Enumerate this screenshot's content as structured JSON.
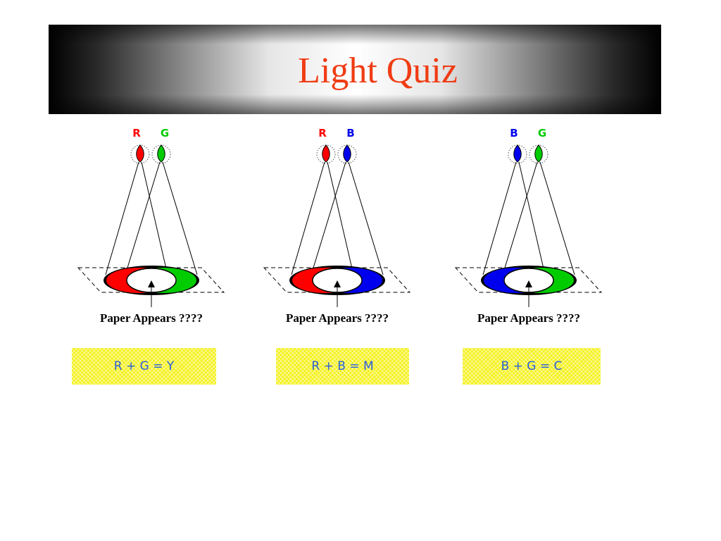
{
  "slide": {
    "title": "Light Quiz"
  },
  "panels": [
    {
      "left_label": "R",
      "right_label": "G",
      "left_color": "#ff0000",
      "right_color": "#00cc00",
      "paper_text": "Paper Appears ????",
      "answer": "R + G = Y"
    },
    {
      "left_label": "R",
      "right_label": "B",
      "left_color": "#ff0000",
      "right_color": "#0000ee",
      "paper_text": "Paper Appears ????",
      "answer": "R + B = M"
    },
    {
      "left_label": "B",
      "right_label": "G",
      "left_color": "#0000ee",
      "right_color": "#00cc00",
      "paper_text": "Paper Appears ????",
      "answer": "B + G = C"
    }
  ]
}
